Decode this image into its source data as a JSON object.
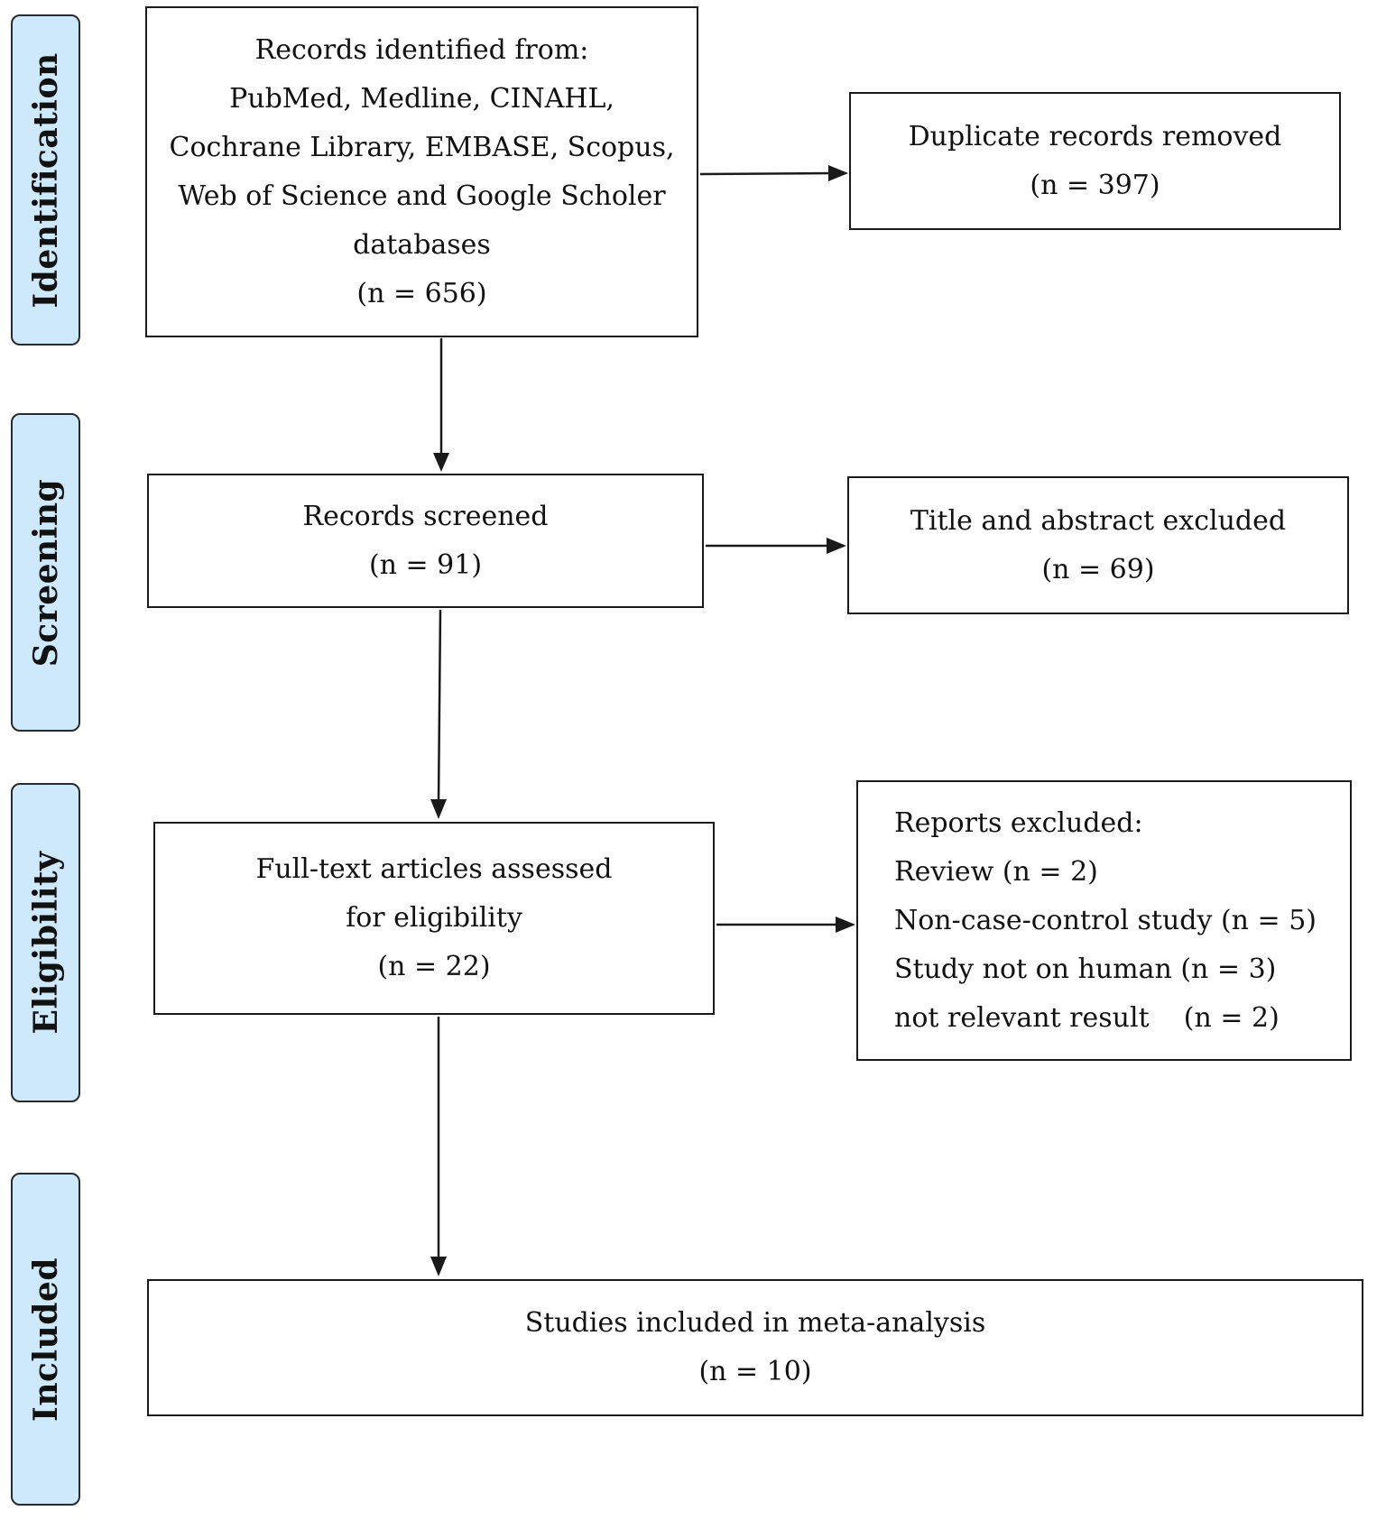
{
  "stages": {
    "identification": "Identification",
    "screening": "Screening",
    "eligibility": "Eligibility",
    "included": "Included"
  },
  "boxes": {
    "records_identified": {
      "lines": [
        "Records identified from:",
        "PubMed, Medline, CINAHL,",
        "Cochrane Library, EMBASE, Scopus,",
        "Web of Science and Google Scholer",
        "databases",
        "(n = 656)"
      ]
    },
    "duplicates_removed": {
      "lines": [
        "Duplicate records removed",
        "(n = 397)"
      ]
    },
    "records_screened": {
      "lines": [
        "Records screened",
        "(n = 91)"
      ]
    },
    "title_abstract_excluded": {
      "lines": [
        "Title and abstract excluded",
        "(n = 69)"
      ]
    },
    "full_text_assessed": {
      "lines": [
        "Full-text articles assessed",
        "for eligibility",
        "(n = 22)"
      ]
    },
    "reports_excluded": {
      "lines": [
        "Reports excluded:",
        "Review (n = 2)",
        "Non-case-control study (n = 5)",
        "Study not on human (n = 3)",
        "not relevant result    (n = 2)"
      ]
    },
    "studies_included": {
      "lines": [
        "Studies included in meta-analysis",
        "(n = 10)"
      ]
    }
  },
  "colors": {
    "stage_fill": "#cde9fb",
    "stroke": "#1a1a1a"
  }
}
